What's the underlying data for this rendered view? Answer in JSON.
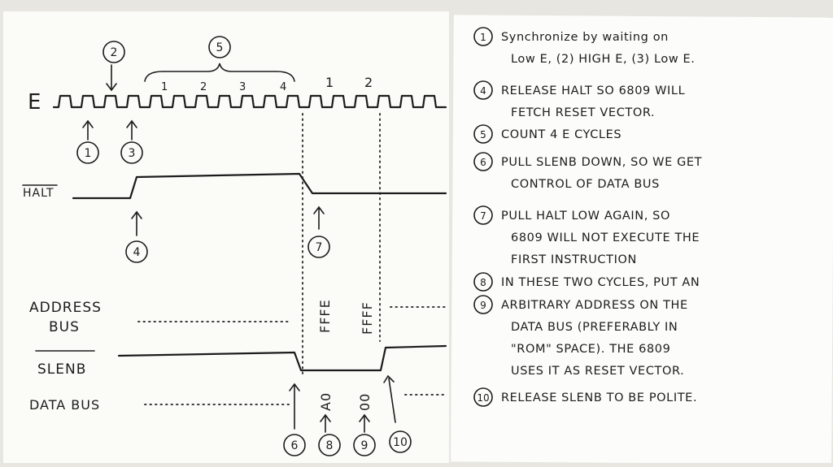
{
  "signals": {
    "e_label": "E",
    "halt_label": "HALT",
    "address_bus_label_line1": "ADDRESS",
    "address_bus_label_line2": "BUS",
    "slenb_label": "SLENB",
    "data_bus_label": "DATA BUS"
  },
  "cycle_numbers_group": [
    "1",
    "2",
    "3",
    "4"
  ],
  "cycle_numbers_after": [
    "1",
    "2"
  ],
  "address_values": [
    "FFFE",
    "FFFF"
  ],
  "data_values": [
    "A0",
    "00"
  ],
  "markers": {
    "m1": "1",
    "m2": "2",
    "m3": "3",
    "m4": "4",
    "m5": "5",
    "m6": "6",
    "m7": "7",
    "m8": "8",
    "m9": "9",
    "m10": "10"
  },
  "notes": [
    {
      "num": "1",
      "lines": [
        "Synchronize by waiting on",
        "Low E, (2) HIGH E, (3) Low E."
      ]
    },
    {
      "num": "4",
      "lines": [
        "RELEASE HALT SO 6809 WILL",
        "FETCH RESET VECTOR."
      ]
    },
    {
      "num": "5",
      "lines": [
        "COUNT 4 E CYCLES"
      ]
    },
    {
      "num": "6",
      "lines": [
        "PULL SLENB DOWN, SO WE GET",
        "CONTROL OF DATA BUS"
      ]
    },
    {
      "num": "7",
      "lines": [
        "PULL HALT LOW AGAIN, SO",
        "6809 WILL NOT EXECUTE THE",
        "FIRST INSTRUCTION"
      ]
    },
    {
      "num": "8",
      "lines": [
        "IN THESE TWO CYCLES, PUT AN"
      ]
    },
    {
      "num": "9",
      "lines": [
        "ARBITRARY ADDRESS ON THE",
        "DATA BUS (PREFERABLY IN",
        "\"ROM\" SPACE). THE 6809",
        "USES IT AS RESET VECTOR."
      ]
    },
    {
      "num": "10",
      "lines": [
        "RELEASE SLENB TO BE POLITE."
      ]
    }
  ]
}
